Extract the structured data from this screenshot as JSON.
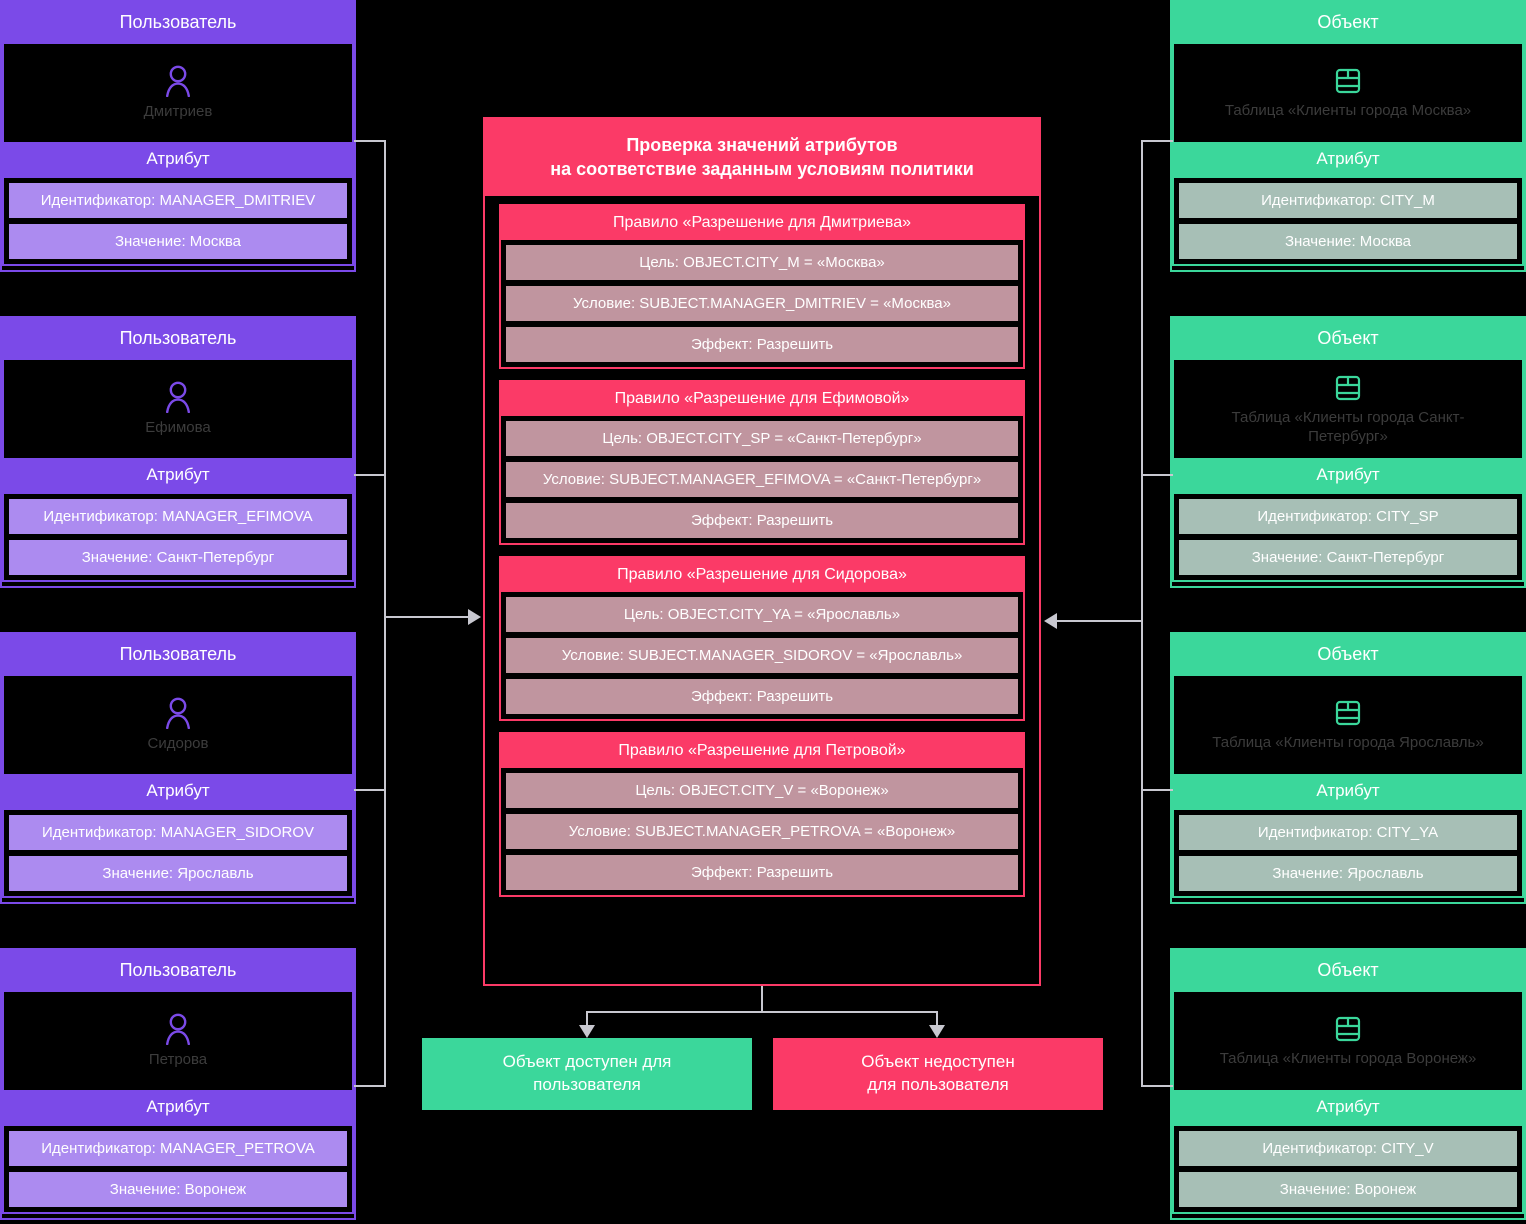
{
  "colors": {
    "background": "#000000",
    "user_accent": "#7B4AE8",
    "user_attr": "#AC8BF0",
    "object_accent": "#3BD79B",
    "object_attr": "#A7BFB6",
    "policy_accent": "#FB3A67",
    "rule_row": "#C0959F",
    "connector": "#C8C8D0",
    "entity_name_text": "#3C3C3C"
  },
  "labels": {
    "user_card_title": "Пользователь",
    "object_card_title": "Объект",
    "attribute_title": "Атрибут",
    "user_icon": "user-icon",
    "table_icon": "table-icon"
  },
  "users": [
    {
      "title": "Пользователь",
      "name": "Дмитриев",
      "attribute_title": "Атрибут",
      "identifier": "Идентификатор: MANAGER_DMITRIEV",
      "value": "Значение: Москва"
    },
    {
      "title": "Пользователь",
      "name": "Ефимова",
      "attribute_title": "Атрибут",
      "identifier": "Идентификатор: MANAGER_EFIMOVA",
      "value": "Значение: Санкт-Петербург"
    },
    {
      "title": "Пользователь",
      "name": "Сидоров",
      "attribute_title": "Атрибут",
      "identifier": "Идентификатор: MANAGER_SIDOROV",
      "value": "Значение: Ярославль"
    },
    {
      "title": "Пользователь",
      "name": "Петрова",
      "attribute_title": "Атрибут",
      "identifier": "Идентификатор: MANAGER_PETROVA",
      "value": "Значение: Воронеж"
    }
  ],
  "objects": [
    {
      "title": "Объект",
      "name": "Таблица «Клиенты города Москва»",
      "attribute_title": "Атрибут",
      "identifier": "Идентификатор: CITY_M",
      "value": "Значение: Москва"
    },
    {
      "title": "Объект",
      "name": "Таблица «Клиенты города Санкт-Петербург»",
      "attribute_title": "Атрибут",
      "identifier": "Идентификатор: CITY_SP",
      "value": "Значение: Санкт-Петербург"
    },
    {
      "title": "Объект",
      "name": "Таблица «Клиенты города Ярославль»",
      "attribute_title": "Атрибут",
      "identifier": "Идентификатор: CITY_YA",
      "value": "Значение: Ярославль"
    },
    {
      "title": "Объект",
      "name": "Таблица «Клиенты города Воронеж»",
      "attribute_title": "Атрибут",
      "identifier": "Идентификатор: CITY_V",
      "value": "Значение: Воронеж"
    }
  ],
  "policy": {
    "title": "Проверка значений атрибутов\nна соответствие заданным условиям политики",
    "title_line1": "Проверка значений атрибутов",
    "title_line2": "на соответствие заданным условиям политики",
    "rules": [
      {
        "name": "Правило «Разрешение для Дмитриева»",
        "target": "Цель: OBJECT.CITY_M = «Москва»",
        "condition": "Условие: SUBJECT.MANAGER_DMITRIEV = «Москва»",
        "effect": "Эффект: Разрешить"
      },
      {
        "name": "Правило «Разрешение для Ефимовой»",
        "target": "Цель: OBJECT.CITY_SP = «Санкт-Петербург»",
        "condition": "Условие: SUBJECT.MANAGER_EFIMOVA = «Санкт-Петербург»",
        "effect": "Эффект: Разрешить"
      },
      {
        "name": "Правило «Разрешение для Сидорова»",
        "target": "Цель: OBJECT.CITY_YA = «Ярославль»",
        "condition": "Условие: SUBJECT.MANAGER_SIDOROV = «Ярославль»",
        "effect": "Эффект: Разрешить"
      },
      {
        "name": "Правило «Разрешение для Петровой»",
        "target": "Цель: OBJECT.CITY_V = «Воронеж»",
        "condition": "Условие: SUBJECT.MANAGER_PETROVA = «Воронеж»",
        "effect": "Эффект: Разрешить"
      }
    ]
  },
  "outcomes": {
    "allow": "Объект доступен для пользователя",
    "allow_line1": "Объект доступен для",
    "allow_line2": "пользователя",
    "deny": "Объект недоступен для пользователя",
    "deny_line1": "Объект недоступен",
    "deny_line2": "для пользователя"
  }
}
